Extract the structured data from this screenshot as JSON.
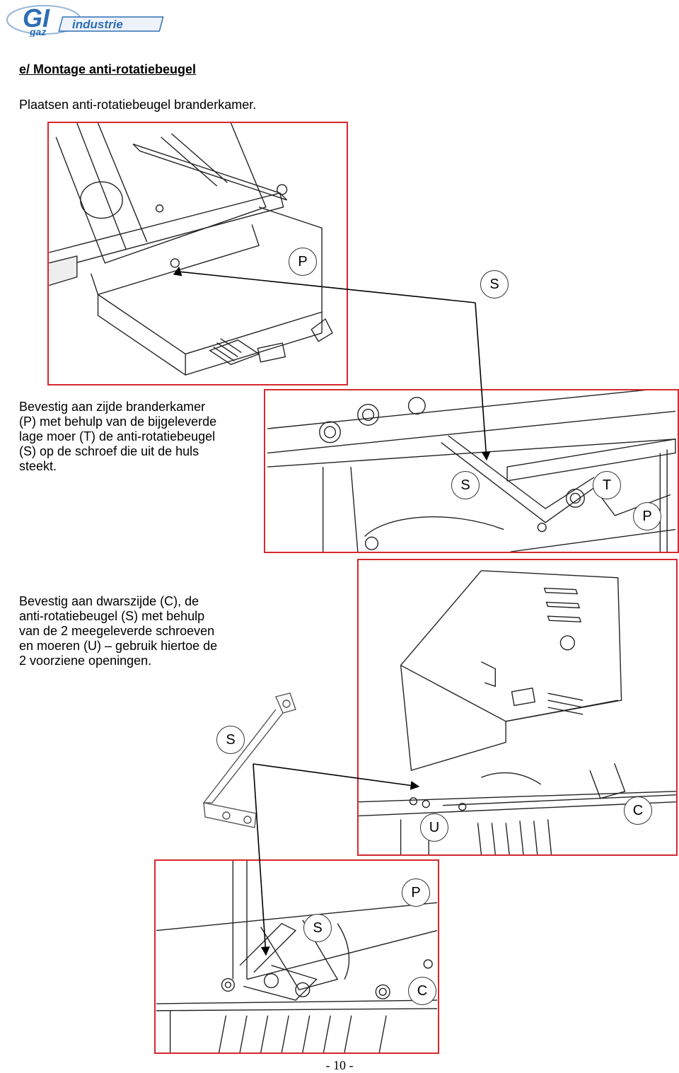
{
  "logo": {
    "text_gaz": "gaz",
    "text_industrie": "industrie",
    "letters": "GI",
    "accent": "#2d6db4"
  },
  "section": {
    "title": "e/ Montage anti-rotatiebeugel",
    "intro": "Plaatsen anti-rotatiebeugel branderkamer."
  },
  "paragraphs": {
    "side": "Bevestig aan zijde branderkamer\n(P) met behulp van de bijgeleverde\nlage moer (T) de anti-rotatiebeugel\n(S) op de schroef die uit de huls\nsteekt.",
    "cross": "Bevestig aan dwarszijde (C), de\nanti-rotatiebeugel (S) met behulp\nvan de 2 meegeleverde schroeven\nen moeren (U) – gebruik hiertoe de\n2 voorziene openingen."
  },
  "callouts": {
    "fig1_p": "P",
    "fig1_s": "S",
    "fig2_s": "S",
    "fig2_t": "T",
    "fig2_p": "P",
    "fig3_s": "S",
    "fig3_u": "U",
    "fig3_c": "C",
    "fig4_p": "P",
    "fig4_s": "S",
    "fig4_c": "C"
  },
  "colors": {
    "frame_border": "#d6282f",
    "drawing_line": "#222222"
  },
  "page_number": "- 10 -"
}
